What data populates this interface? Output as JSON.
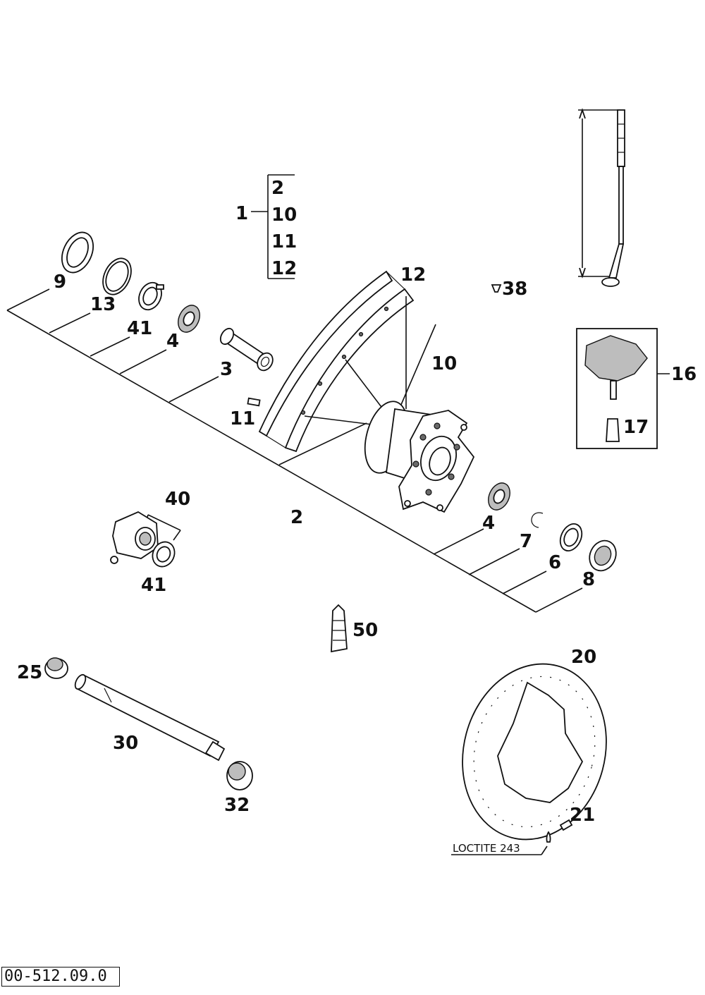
{
  "assembly_group": {
    "main_label": "1",
    "items": [
      "2",
      "10",
      "11",
      "12"
    ]
  },
  "labels": {
    "l9": "9",
    "l13": "13",
    "l41a": "41",
    "l4a": "4",
    "l3": "3",
    "l11": "11",
    "l12": "12",
    "l10": "10",
    "l38": "38",
    "l16": "16",
    "l17": "17",
    "l2": "2",
    "l40": "40",
    "l41b": "41",
    "l4b": "4",
    "l7": "7",
    "l6": "6",
    "l8": "8",
    "l50": "50",
    "l25": "25",
    "l30": "30",
    "l32": "32",
    "l20": "20",
    "l21": "21"
  },
  "loctite_note": "LOCTITE 243",
  "drawing_number": "00-512.09.0"
}
